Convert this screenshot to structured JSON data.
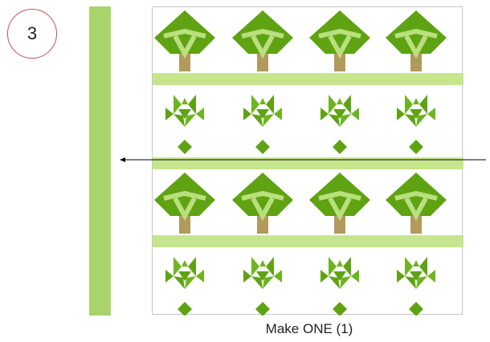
{
  "step": {
    "number": "3"
  },
  "caption": {
    "text": "Make ONE (1)"
  },
  "colors": {
    "dark_green": "#5fa313",
    "light_green": "#b9df7e",
    "sashing_green": "#c6e68d",
    "side_strip_green": "#a9d46c",
    "trunk_tan": "#b19a5c",
    "circle_red": "#c0504d"
  },
  "quilt": {
    "rows": [
      {
        "kind": "tree",
        "count": 4
      },
      {
        "kind": "sashing"
      },
      {
        "kind": "star",
        "count": 4
      },
      {
        "kind": "sashing"
      },
      {
        "kind": "tree",
        "count": 4
      },
      {
        "kind": "sashing"
      },
      {
        "kind": "star",
        "count": 4
      }
    ]
  }
}
